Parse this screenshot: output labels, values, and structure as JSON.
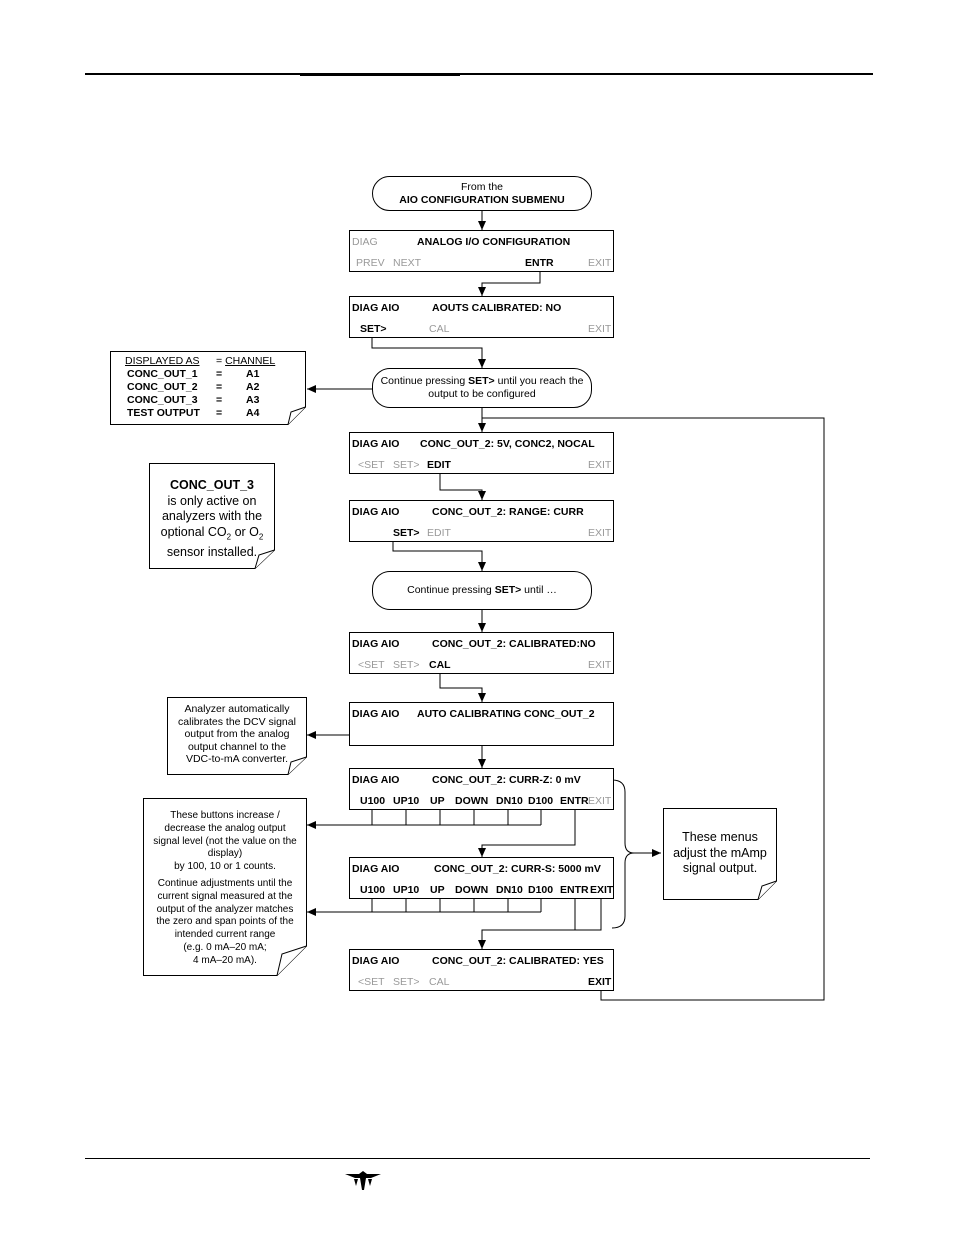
{
  "start": {
    "line1": "From the",
    "line2": "AIO CONFIGURATION SUBMENU"
  },
  "screens": {
    "s1": {
      "left": "DIAG",
      "title": "ANALOG I/O CONFIGURATION",
      "k1": "PREV",
      "k2": "NEXT",
      "k3": "ENTR",
      "k4": "EXIT"
    },
    "s2": {
      "left": "DIAG AIO",
      "title": "AOUTS CALIBRATED: NO",
      "k1": "SET>",
      "k2": "CAL",
      "k3": "EXIT"
    },
    "s3": {
      "left": "DIAG AIO",
      "title": "CONC_OUT_2: 5V, CONC2, NOCAL",
      "k1": "<SET",
      "k2": "SET>",
      "k3": "EDIT",
      "k4": "EXIT"
    },
    "s4": {
      "left": "DIAG AIO",
      "title": "CONC_OUT_2: RANGE: CURR",
      "k1": "SET>",
      "k2": "EDIT",
      "k3": "EXIT"
    },
    "s5": {
      "left": "DIAG AIO",
      "title": "CONC_OUT_2: CALIBRATED:NO",
      "k1": "<SET",
      "k2": "SET>",
      "k3": "CAL",
      "k4": "EXIT"
    },
    "s6": {
      "left": "DIAG AIO",
      "title": "AUTO CALIBRATING CONC_OUT_2"
    },
    "s7": {
      "left": "DIAG AIO",
      "title": "CONC_OUT_2:  CURR-Z: 0 mV",
      "keys": [
        "U100",
        "UP10",
        "UP",
        "DOWN",
        "DN10",
        "D100",
        "ENTR"
      ],
      "exit": "EXIT"
    },
    "s8": {
      "left": "DIAG AIO",
      "title": "CONC_OUT_2:  CURR-S: 5000 mV",
      "keys": [
        "U100",
        "UP10",
        "UP",
        "DOWN",
        "DN10",
        "D100",
        "ENTR",
        "EXIT"
      ]
    },
    "s9": {
      "left": "DIAG AIO",
      "title": "CONC_OUT_2: CALIBRATED: YES",
      "k1": "<SET",
      "k2": "SET>",
      "k3": "CAL",
      "k4": "EXIT"
    }
  },
  "pills": {
    "p1_pre": "Continue pressing ",
    "p1_bold": "SET>",
    "p1_post": " until you reach the",
    "p1_line2": "output to be configured",
    "p2_pre": "Continue pressing ",
    "p2_bold": "SET>",
    "p2_post": " until …"
  },
  "legend": {
    "h1": "DISPLAYED AS",
    "eq": "=",
    "h2": "CHANNEL",
    "rows": [
      {
        "name": "CONC_OUT_1",
        "ch": "A1"
      },
      {
        "name": "CONC_OUT_2",
        "ch": "A2"
      },
      {
        "name": "CONC_OUT_3",
        "ch": "A3"
      },
      {
        "name": "TEST OUTPUT",
        "ch": "A4"
      }
    ]
  },
  "notes": {
    "conc3_title": "CONC_OUT_3",
    "conc3_l1": "is only active on",
    "conc3_l2": "analyzers with the",
    "conc3_l3a": "optional CO",
    "conc3_sub1": "2",
    "conc3_l3b": " or O",
    "conc3_sub2": "2",
    "conc3_l4": "sensor installed.",
    "auto": [
      "Analyzer automatically",
      "calibrates the DCV signal",
      "output from the analog",
      "output channel to the",
      "VDC-to-mA converter."
    ],
    "buttons": [
      "These buttons increase /",
      "decrease the analog output",
      "signal level (not the value on the",
      "display)",
      "by 100, 10 or 1 counts."
    ],
    "buttons2": [
      "Continue adjustments until the",
      "current signal measured at the",
      "output of the analyzer matches",
      "the zero and span points of the",
      "intended current range",
      "(e.g.   0 mA–20 mA;",
      "4 mA–20 mA)."
    ],
    "menus": [
      "These menus",
      "adjust the mAmp",
      "signal output."
    ]
  },
  "colors": {
    "grey_key": "#999999",
    "line": "#000000"
  }
}
